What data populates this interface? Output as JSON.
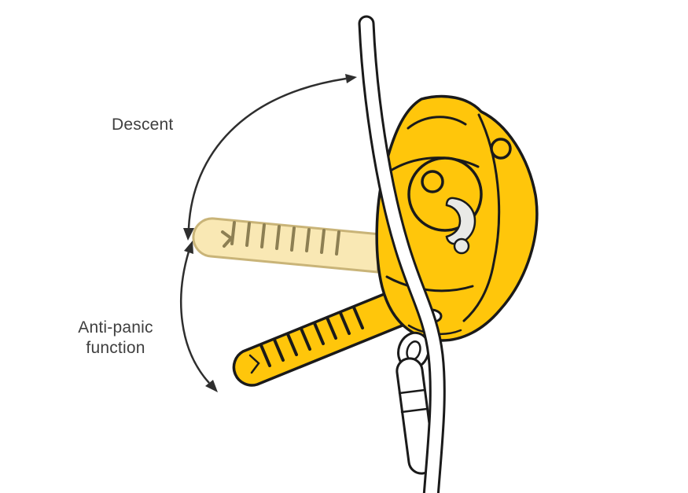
{
  "colors": {
    "background": "#FFFFFF",
    "text": "#3F3F3F",
    "arrow": "#2E2E2E",
    "outline": "#1A1A1A",
    "device_yellow": "#FFC60B",
    "ghost_fill": "#F9E8B4",
    "ghost_stroke": "#C9B478",
    "ghost_rib": "#8D7F53",
    "gray_detail": "#E9E9E6",
    "rope_fill": "#FFFFFF"
  },
  "diagram": {
    "labels": {
      "descent": "Descent",
      "anti_panic_line1": "Anti-panic",
      "anti_panic_line2": "function"
    }
  }
}
